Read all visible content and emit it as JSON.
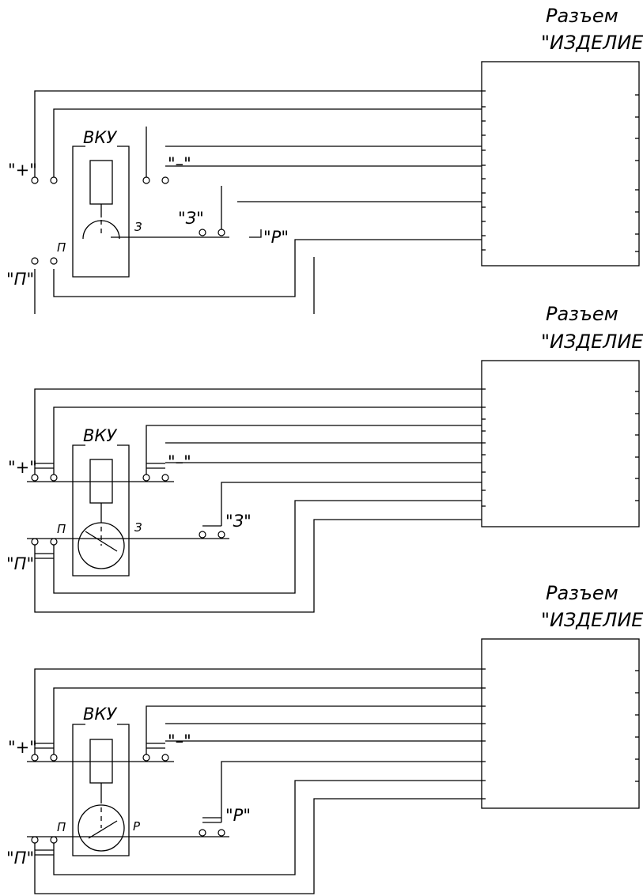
{
  "colors": {
    "line": "#000000",
    "background": "#ffffff"
  },
  "diagrams": [
    {
      "connector_title": "Разъем",
      "connector_name": "\"ИЗДЕЛИЕ\"",
      "unit_label": "ВКУ",
      "plus_label": "\"+\"",
      "minus_label": "\"–\"",
      "p_label": "\"П\"",
      "p_small": "П",
      "contact_small": "З",
      "switch_label_a": "\"З\"",
      "switch_label_b": "\"Р\""
    },
    {
      "connector_title": "Разъем",
      "connector_name": "\"ИЗДЕЛИЕ\"",
      "unit_label": "ВКУ",
      "plus_label": "\"+\"",
      "minus_label": "\"–\"",
      "p_label": "\"П\"",
      "p_small": "П",
      "contact_small": "З",
      "switch_label": "\"З\""
    },
    {
      "connector_title": "Разъем",
      "connector_name": "\"ИЗДЕЛИЕ\"",
      "unit_label": "ВКУ",
      "plus_label": "\"+\"",
      "minus_label": "\"–\"",
      "p_label": "\"П\"",
      "p_small": "П",
      "contact_small": "Р",
      "switch_label": "\"Р\""
    }
  ]
}
